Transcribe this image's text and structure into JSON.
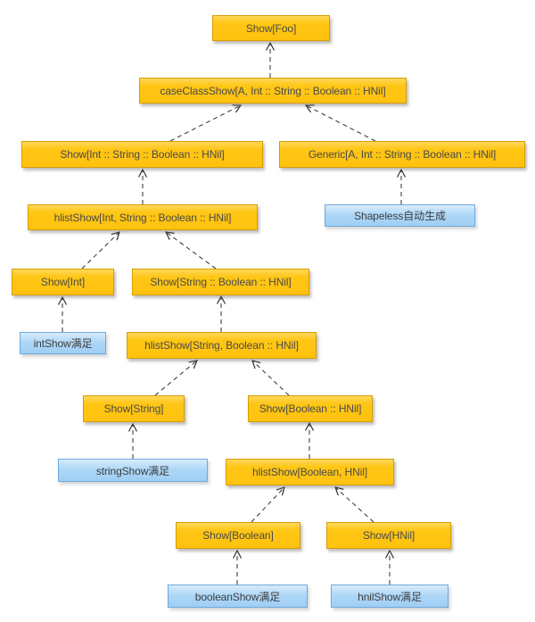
{
  "diagram": {
    "description": "Shapeless implicit derivation tree for Show type class",
    "colors": {
      "type_node_fill": "#FFC20E",
      "type_node_border": "#D99C00",
      "note_node_fill": "#A9D4F6",
      "note_node_border": "#6FA8DC",
      "edge": "#2E2E2E",
      "text": "#4A4A4A",
      "background": "#FFFFFF"
    },
    "nodes": [
      {
        "id": "show-foo",
        "kind": "type",
        "label": "Show[Foo]"
      },
      {
        "id": "case-class-show",
        "kind": "type",
        "label": "caseClassShow[A, Int :: String :: Boolean :: HNil]"
      },
      {
        "id": "show-int-string-boolean-hnil",
        "kind": "type",
        "label": "Show[Int :: String :: Boolean :: HNil]"
      },
      {
        "id": "generic-a",
        "kind": "type",
        "label": "Generic[A, Int :: String :: Boolean :: HNil]"
      },
      {
        "id": "hlist-show-int",
        "kind": "type",
        "label": "hlistShow[Int, String :: Boolean :: HNil]"
      },
      {
        "id": "shapeless-note",
        "kind": "note",
        "label": "Shapeless自动生成"
      },
      {
        "id": "show-int",
        "kind": "type",
        "label": "Show[Int]"
      },
      {
        "id": "show-string-boolean-hnil",
        "kind": "type",
        "label": "Show[String :: Boolean :: HNil]"
      },
      {
        "id": "int-show-note",
        "kind": "note",
        "label": "intShow满足"
      },
      {
        "id": "hlist-show-string",
        "kind": "type",
        "label": "hlistShow[String, Boolean :: HNil]"
      },
      {
        "id": "show-string",
        "kind": "type",
        "label": "Show[String]"
      },
      {
        "id": "show-boolean-hnil",
        "kind": "type",
        "label": "Show[Boolean :: HNil]"
      },
      {
        "id": "string-show-note",
        "kind": "note",
        "label": "stringShow满足"
      },
      {
        "id": "hlist-show-boolean",
        "kind": "type",
        "label": "hlistShow[Boolean, HNil]"
      },
      {
        "id": "show-boolean",
        "kind": "type",
        "label": "Show[Boolean]"
      },
      {
        "id": "show-hnil",
        "kind": "type",
        "label": "Show[HNil]"
      },
      {
        "id": "boolean-show-note",
        "kind": "note",
        "label": "booleanShow满足"
      },
      {
        "id": "hnil-show-note",
        "kind": "note",
        "label": "hnilShow满足"
      }
    ],
    "edges": [
      {
        "from": "case-class-show",
        "to": "show-foo"
      },
      {
        "from": "show-int-string-boolean-hnil",
        "to": "case-class-show"
      },
      {
        "from": "generic-a",
        "to": "case-class-show"
      },
      {
        "from": "hlist-show-int",
        "to": "show-int-string-boolean-hnil"
      },
      {
        "from": "shapeless-note",
        "to": "generic-a"
      },
      {
        "from": "show-int",
        "to": "hlist-show-int"
      },
      {
        "from": "show-string-boolean-hnil",
        "to": "hlist-show-int"
      },
      {
        "from": "int-show-note",
        "to": "show-int"
      },
      {
        "from": "hlist-show-string",
        "to": "show-string-boolean-hnil"
      },
      {
        "from": "show-string",
        "to": "hlist-show-string"
      },
      {
        "from": "show-boolean-hnil",
        "to": "hlist-show-string"
      },
      {
        "from": "string-show-note",
        "to": "show-string"
      },
      {
        "from": "hlist-show-boolean",
        "to": "show-boolean-hnil"
      },
      {
        "from": "show-boolean",
        "to": "hlist-show-boolean"
      },
      {
        "from": "show-hnil",
        "to": "hlist-show-boolean"
      },
      {
        "from": "boolean-show-note",
        "to": "show-boolean"
      },
      {
        "from": "hnil-show-note",
        "to": "show-hnil"
      }
    ]
  }
}
